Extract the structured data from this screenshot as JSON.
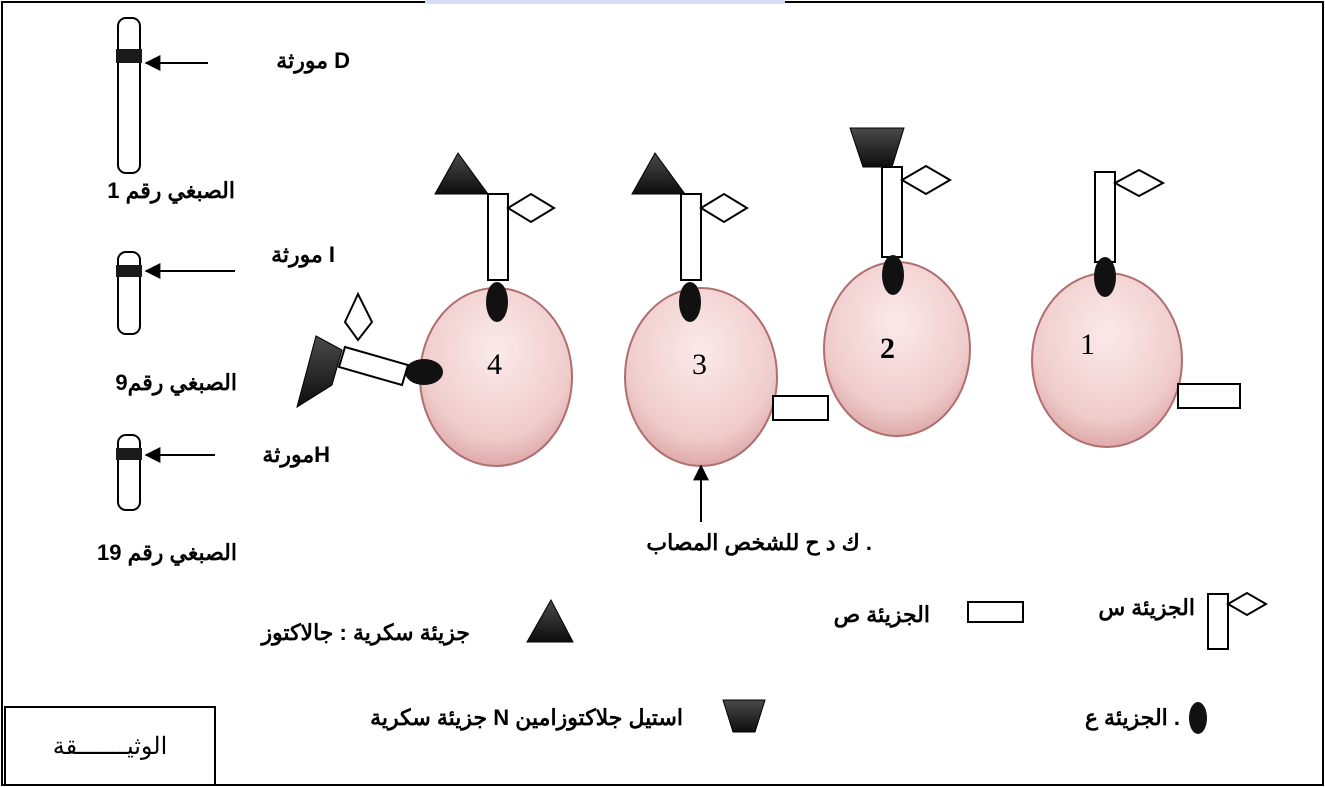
{
  "chromosomes": [
    {
      "gene_label": "مورثة D",
      "chromosome_label": "الصبغي رقم 1"
    },
    {
      "gene_label": "مورثة I",
      "chromosome_label": "الصبغي رقم9"
    },
    {
      "gene_label": "مورثةH",
      "chromosome_label": "الصبغي رقم 19"
    }
  ],
  "cells": [
    {
      "number": "4"
    },
    {
      "number": "3"
    },
    {
      "number": "2"
    },
    {
      "number": "1"
    }
  ],
  "patient_label": "ك د ح للشخص المصاب .",
  "legend": {
    "molecule_x": "الجزيئة س",
    "molecule_y": "الجزيئة ص",
    "molecule_z": "الجزيئة ع .",
    "sugar_galactose": "جزيئة سكرية : جالاكتوز",
    "sugar_nag": "جزيئة سكرية N استيل جلاكتوزامين"
  },
  "document_label": "الوثيـــــــقة",
  "colors": {
    "cell_fill": "#f3d3d3",
    "cell_edge": "#b06e6e",
    "frame": "#000000",
    "dark_shape": "#1c1c1c"
  }
}
